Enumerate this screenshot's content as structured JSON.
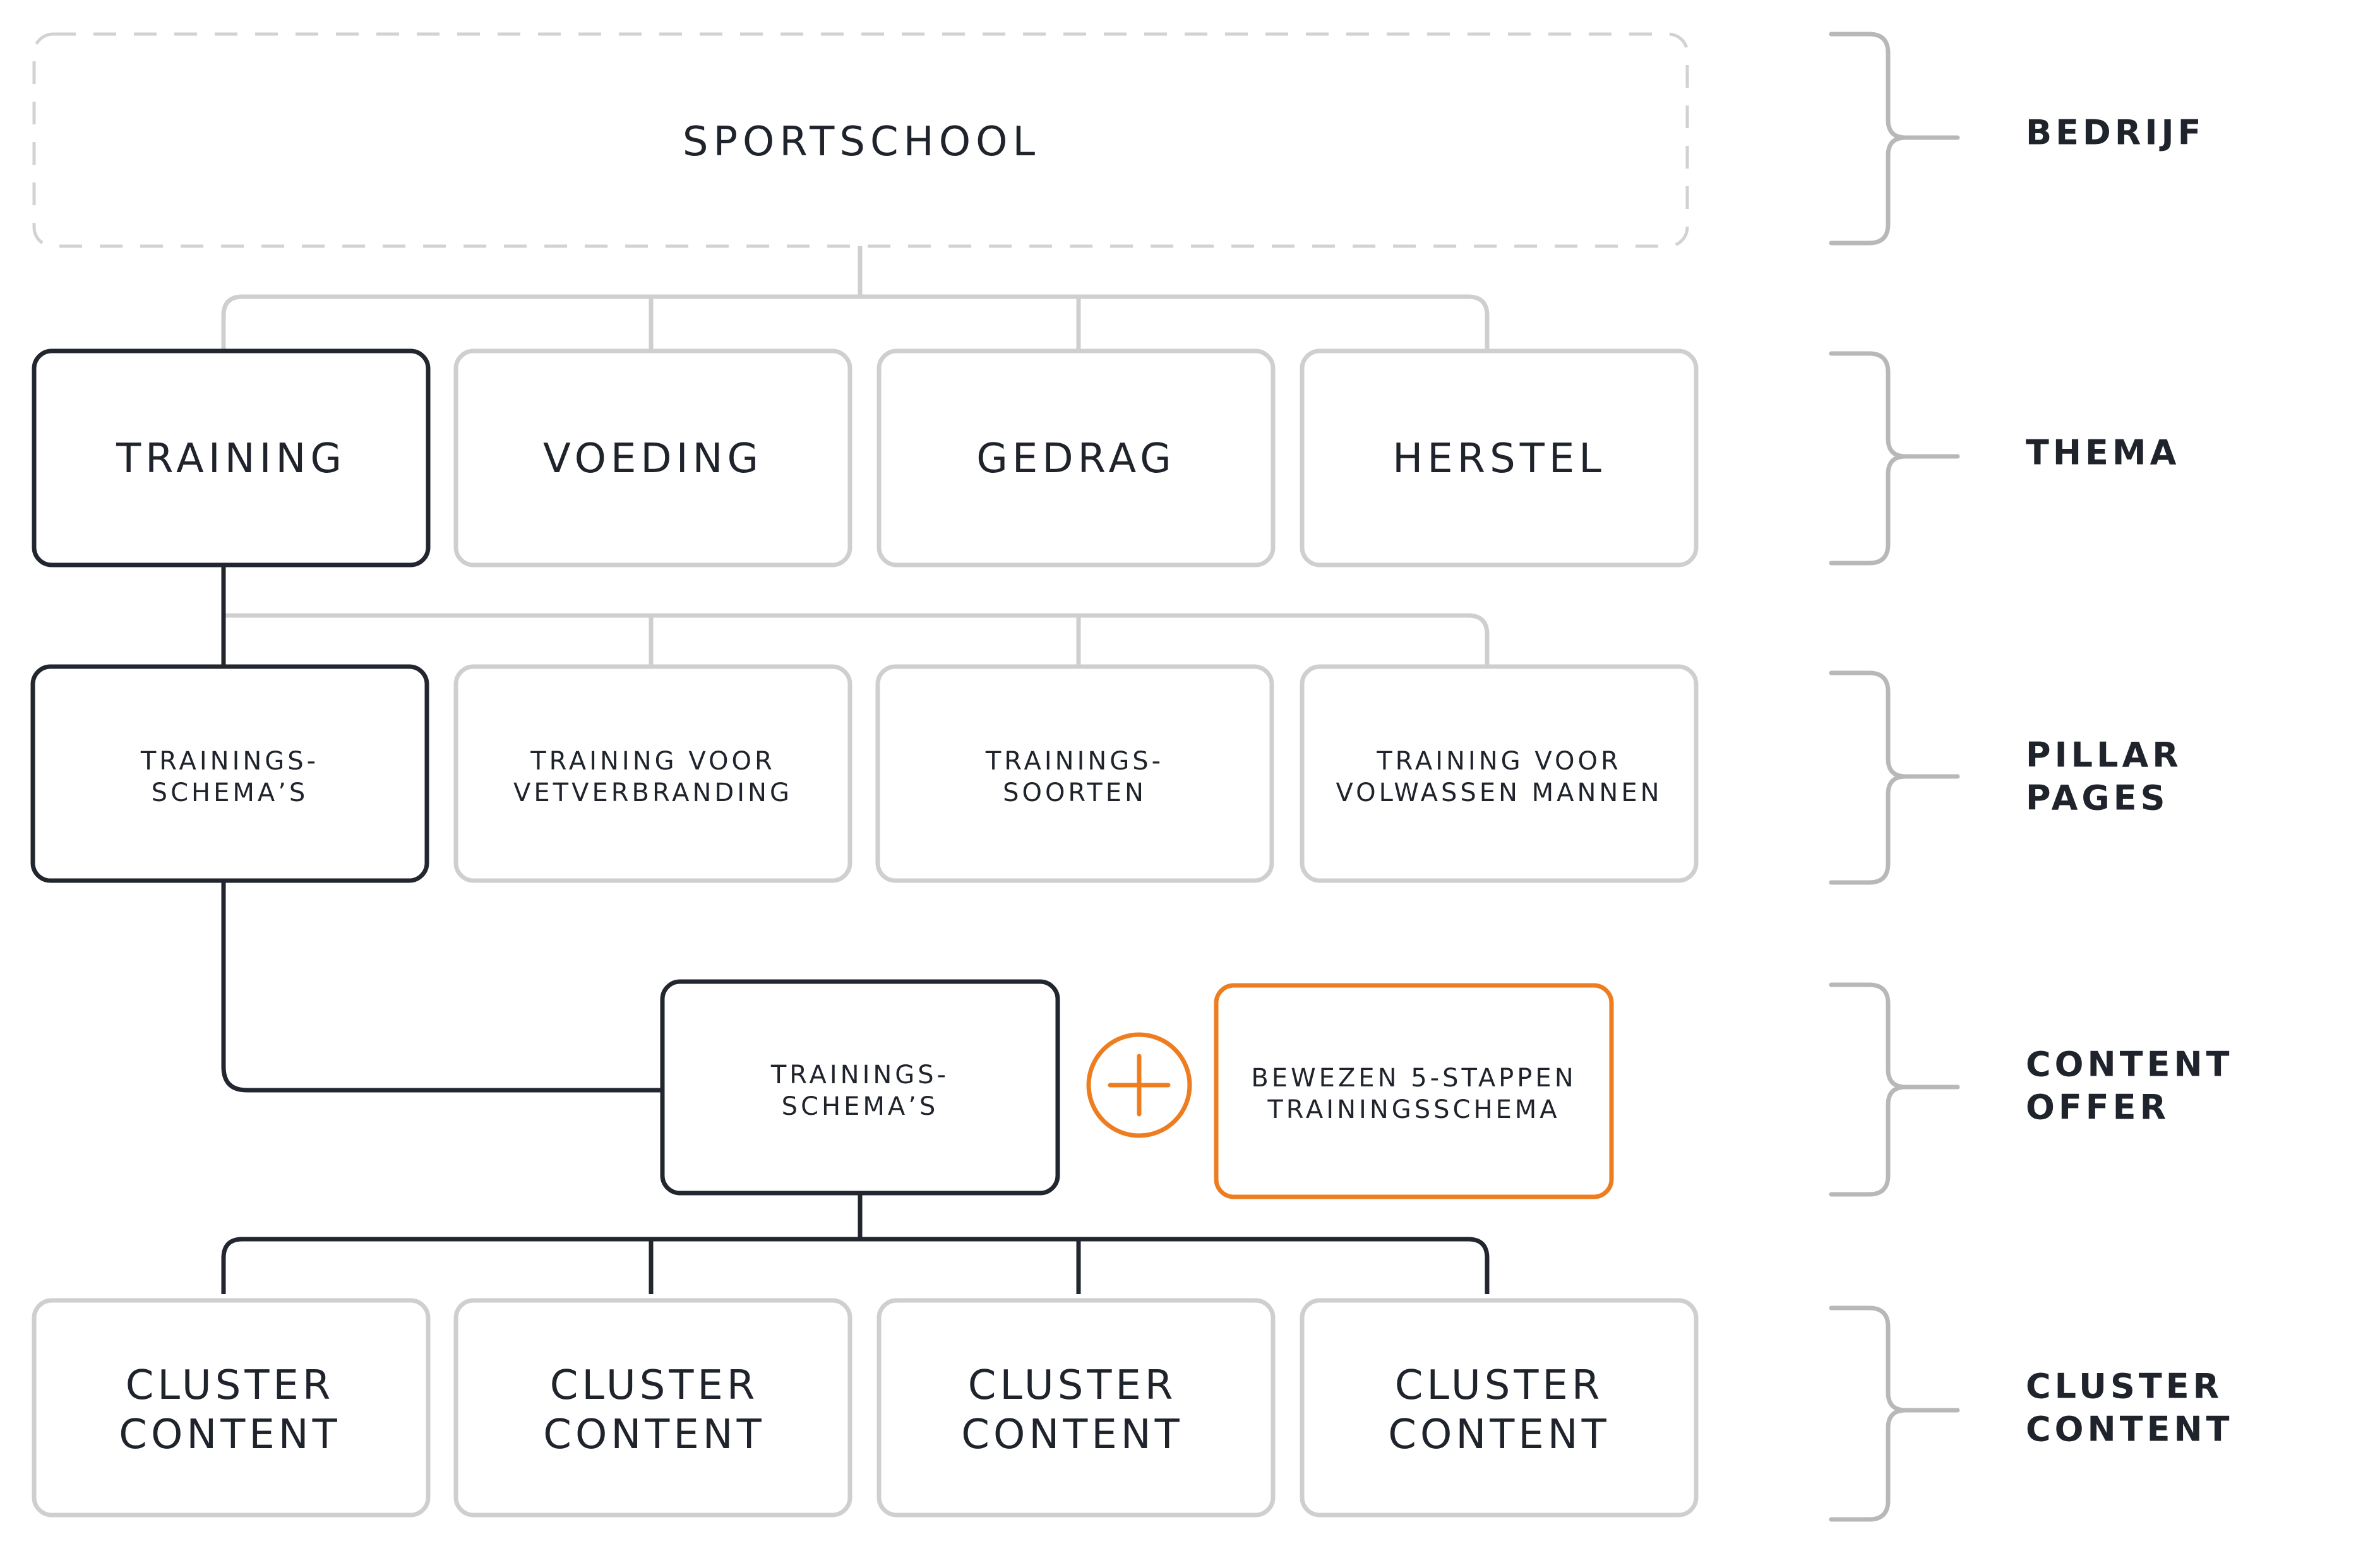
{
  "colors": {
    "text": "#1f232b",
    "box_border_light": "#cfcfcf",
    "box_border_dark": "#22262e",
    "accent_orange": "#ee7d1f",
    "brace": "#b8b8b8"
  },
  "company": {
    "label": "SPORTSCHOOL"
  },
  "themes": [
    {
      "label": "TRAINING",
      "selected": true
    },
    {
      "label": "VOEDING",
      "selected": false
    },
    {
      "label": "GEDRAG",
      "selected": false
    },
    {
      "label": "HERSTEL",
      "selected": false
    }
  ],
  "pillar_pages": [
    {
      "lines": [
        "TRAININGS-",
        "SCHEMA’S"
      ],
      "selected": true
    },
    {
      "lines": [
        "TRAINING VOOR",
        "VETVERBRANDING"
      ],
      "selected": false
    },
    {
      "lines": [
        "TRAININGS-",
        "SOORTEN"
      ],
      "selected": false
    },
    {
      "lines": [
        "TRAINING VOOR",
        "VOLWASSEN MANNEN"
      ],
      "selected": false
    }
  ],
  "content_offer": {
    "main": {
      "lines": [
        "TRAININGS-",
        "SCHEMA’S"
      ]
    },
    "plus_icon": "plus-circle-icon",
    "offer": {
      "lines": [
        "BEWEZEN 5-STAPPEN",
        "TRAININGSSCHEMA"
      ]
    }
  },
  "cluster_content": [
    {
      "lines": [
        "CLUSTER",
        "CONTENT"
      ]
    },
    {
      "lines": [
        "CLUSTER",
        "CONTENT"
      ]
    },
    {
      "lines": [
        "CLUSTER",
        "CONTENT"
      ]
    },
    {
      "lines": [
        "CLUSTER",
        "CONTENT"
      ]
    }
  ],
  "levels": [
    {
      "lines": [
        "BEDRIJF"
      ]
    },
    {
      "lines": [
        "THEMA"
      ]
    },
    {
      "lines": [
        "PILLAR",
        "PAGES"
      ]
    },
    {
      "lines": [
        "CONTENT",
        "OFFER"
      ]
    },
    {
      "lines": [
        "CLUSTER",
        "CONTENT"
      ]
    }
  ]
}
